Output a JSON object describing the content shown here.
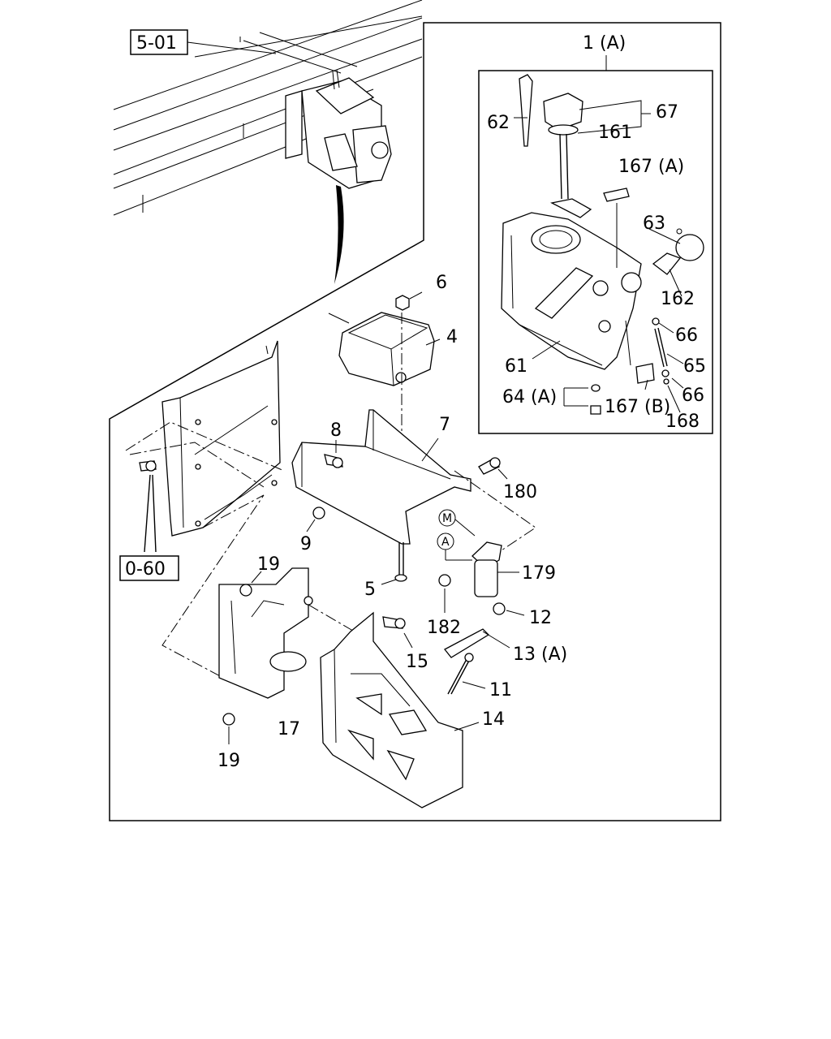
{
  "diagram": {
    "ref_tags": {
      "top": "5-01",
      "left": "0-60"
    },
    "inset": {
      "title": "1 (A)",
      "callouts": {
        "c62": "62",
        "c67": "67",
        "c161": "161",
        "c167a": "167 (A)",
        "c63": "63",
        "c162": "162",
        "c66a": "66",
        "c61": "61",
        "c65": "65",
        "c64a": "64 (A)",
        "c167b": "167 (B)",
        "c66b": "66",
        "c168": "168"
      }
    },
    "callouts": {
      "c6": "6",
      "c4": "4",
      "c8": "8",
      "c7": "7",
      "c180": "180",
      "c9": "9",
      "cM": "M",
      "cA": "A",
      "c179": "179",
      "c19a": "19",
      "c5": "5",
      "c182": "182",
      "c12": "12",
      "c15": "15",
      "c13a": "13 (A)",
      "c11": "11",
      "c14": "14",
      "c17": "17",
      "c19b": "19"
    }
  }
}
